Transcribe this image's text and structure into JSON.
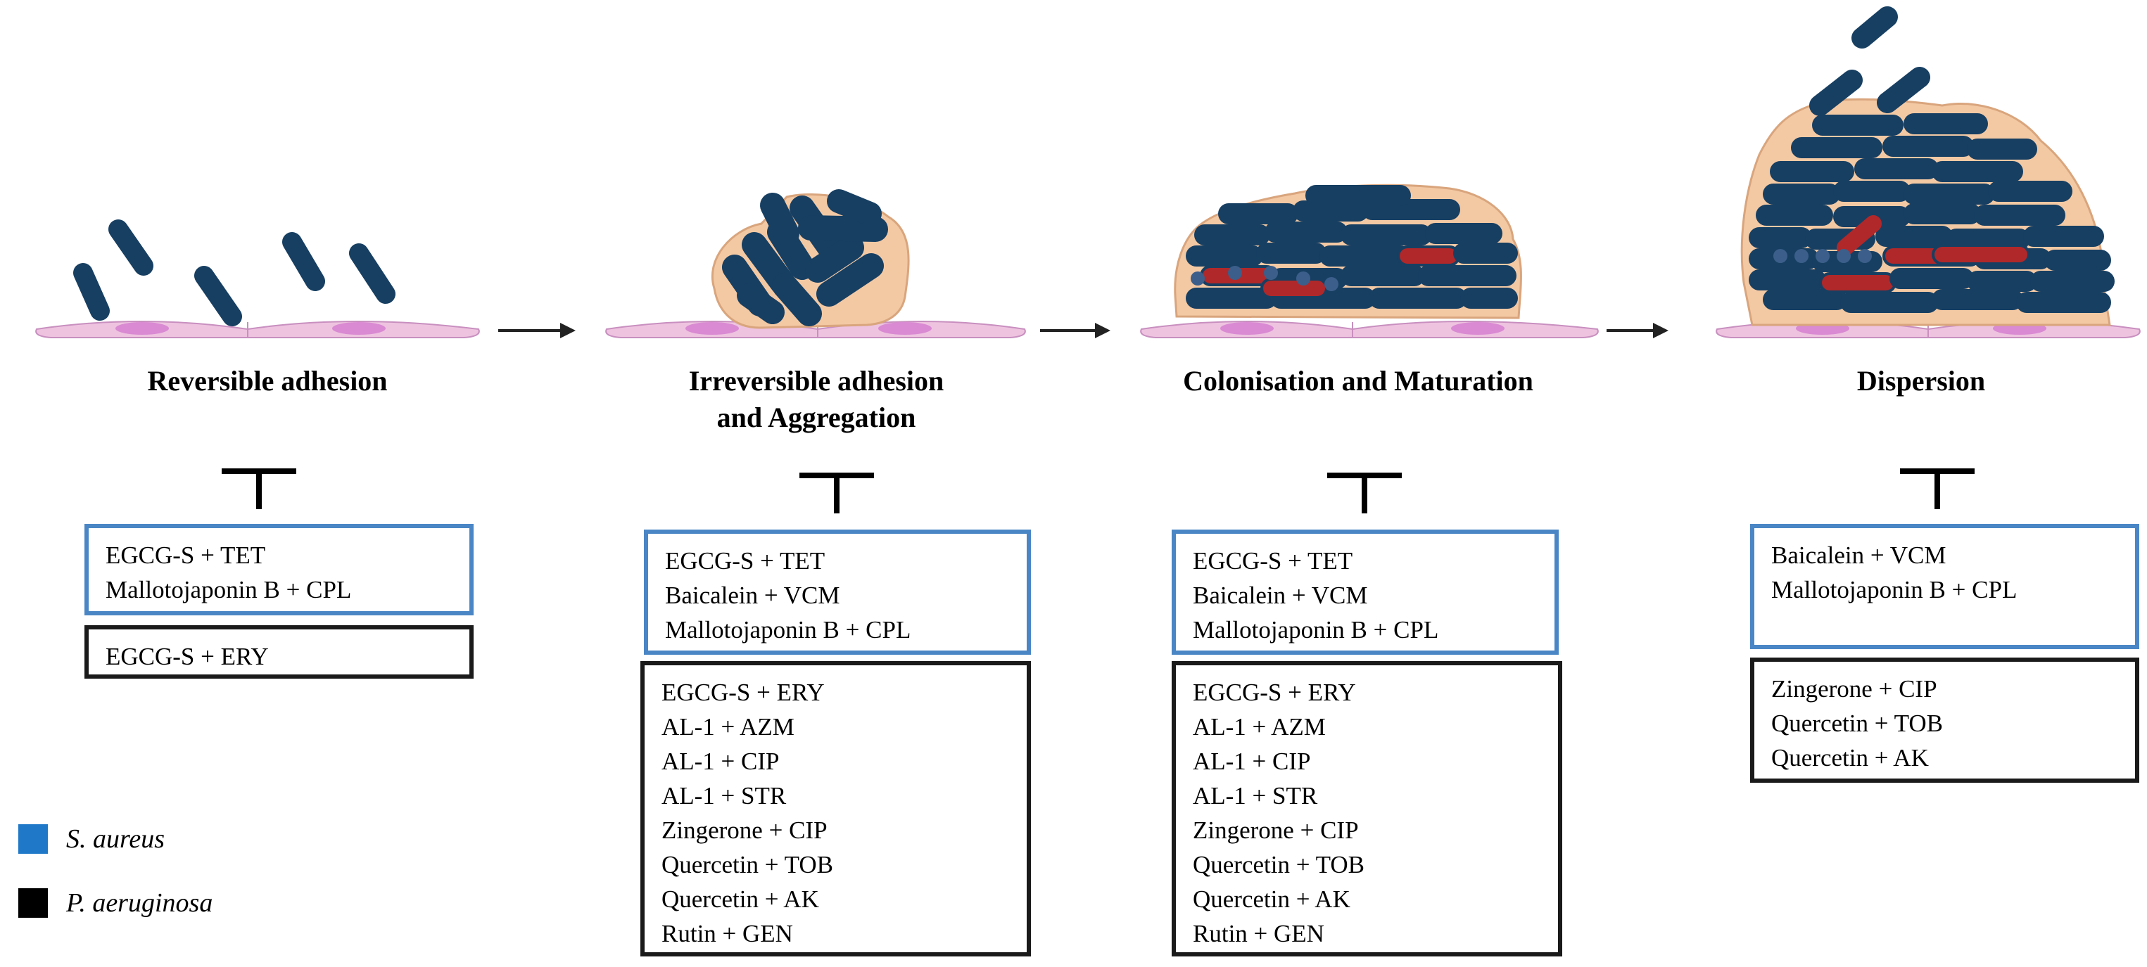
{
  "stages": [
    {
      "id": "reversible",
      "title_lines": [
        "Reversible adhesion"
      ]
    },
    {
      "id": "irreversible",
      "title_lines": [
        "Irreversible adhesion",
        "and Aggregation"
      ]
    },
    {
      "id": "colonisation",
      "title_lines": [
        "Colonisation and Maturation"
      ]
    },
    {
      "id": "dispersion",
      "title_lines": [
        "Dispersion"
      ]
    }
  ],
  "boxes": {
    "reversible": {
      "s_aureus": [
        "EGCG-S + TET",
        "Mallotojaponin  B + CPL"
      ],
      "p_aeruginosa": [
        "EGCG-S + ERY"
      ]
    },
    "irreversible": {
      "s_aureus": [
        "EGCG-S + TET",
        "Baicalein  + VCM",
        "Mallotojaponin  B + CPL"
      ],
      "p_aeruginosa": [
        "EGCG-S + ERY",
        "AL-1 + AZM",
        "AL-1 + CIP",
        "AL-1 + STR",
        "Zingerone  + CIP",
        "Quercetin  + TOB",
        "Quercetin  + AK",
        "Rutin + GEN"
      ]
    },
    "colonisation": {
      "s_aureus": [
        "EGCG-S + TET",
        "Baicalein  + VCM",
        "Mallotojaponin  B + CPL"
      ],
      "p_aeruginosa": [
        "EGCG-S + ERY",
        "AL-1 + AZM",
        "AL-1 + CIP",
        "AL-1 + STR",
        "Zingerone  + CIP",
        "Quercetin  + TOB",
        "Quercetin  + AK",
        "Rutin + GEN"
      ]
    },
    "dispersion": {
      "s_aureus": [
        "Baicalein  + VCM",
        "Mallotojaponin  B + CPL"
      ],
      "p_aeruginosa": [
        "Zingerone  + CIP",
        "Quercetin  + TOB",
        "Quercetin  + AK"
      ]
    }
  },
  "legend": [
    {
      "label": "S. aureus",
      "color": "#1f78c8"
    },
    {
      "label": "P. aeruginosa",
      "color": "#000000"
    }
  ],
  "colors": {
    "bacteria": "#173f62",
    "bacteria_red": "#b0282a",
    "matrix": "#f3c9a4",
    "matrix_edge": "#d9a57d",
    "host_cell": "#eec3e0",
    "host_nucleus": "#d98ad2",
    "host_edge": "#c88fbf",
    "box_blue": "#4a86c5",
    "box_black": "#1a1a1a"
  },
  "icons": {
    "stage_arrow": "right-arrow-icon",
    "inhibition": "inhibition-t-bar-icon"
  }
}
